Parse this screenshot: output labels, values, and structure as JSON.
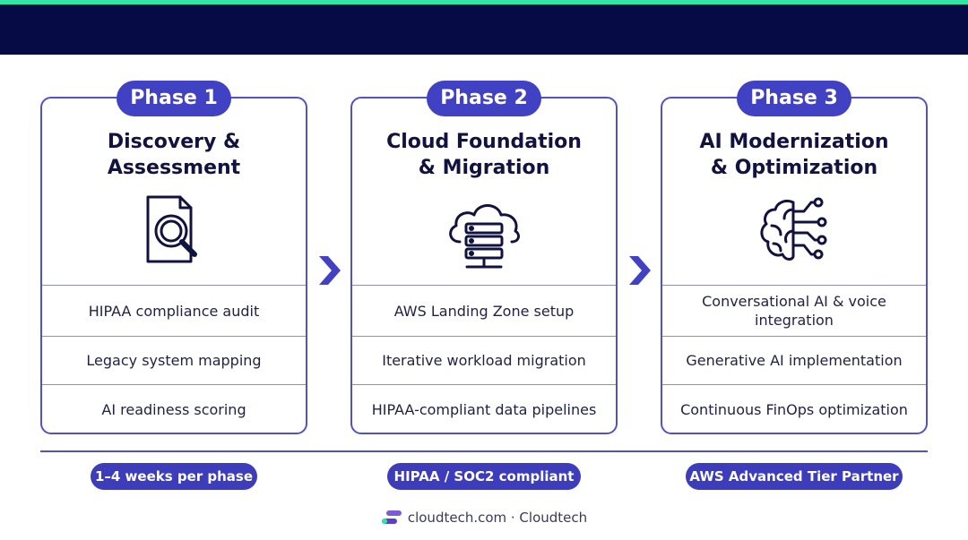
{
  "colors": {
    "accent_top": "#2ee6a6",
    "header_band": "#060a45",
    "primary": "#4141c4",
    "border": "#5151c9",
    "footer_logo": "#7b5bd8"
  },
  "phases": [
    {
      "label": "Phase 1",
      "title_line1": "Discovery &",
      "title_line2": "Assessment",
      "icon": "document-magnifier-icon",
      "items": [
        "HIPAA compliance audit",
        "Legacy system mapping",
        "AI readiness scoring"
      ]
    },
    {
      "label": "Phase 2",
      "title_line1": "Cloud Foundation",
      "title_line2": "& Migration",
      "icon": "cloud-server-icon",
      "items": [
        "AWS Landing Zone setup",
        "Iterative workload migration",
        "HIPAA-compliant data pipelines"
      ]
    },
    {
      "label": "Phase 3",
      "title_line1": "AI Modernization",
      "title_line2": "& Optimization",
      "icon": "ai-brain-circuit-icon",
      "items": [
        "Conversational AI & voice integration",
        "Generative AI implementation",
        "Continuous FinOps optimization"
      ]
    }
  ],
  "arrows": [
    "chevron-right-icon",
    "chevron-right-icon"
  ],
  "badges": [
    "1–4 weeks per phase",
    "HIPAA / SOC2 compliant",
    "AWS Advanced Tier Partner"
  ],
  "footer": {
    "logo": "cloudtech-logo-icon",
    "text": "cloudtech.com · Cloudtech"
  }
}
